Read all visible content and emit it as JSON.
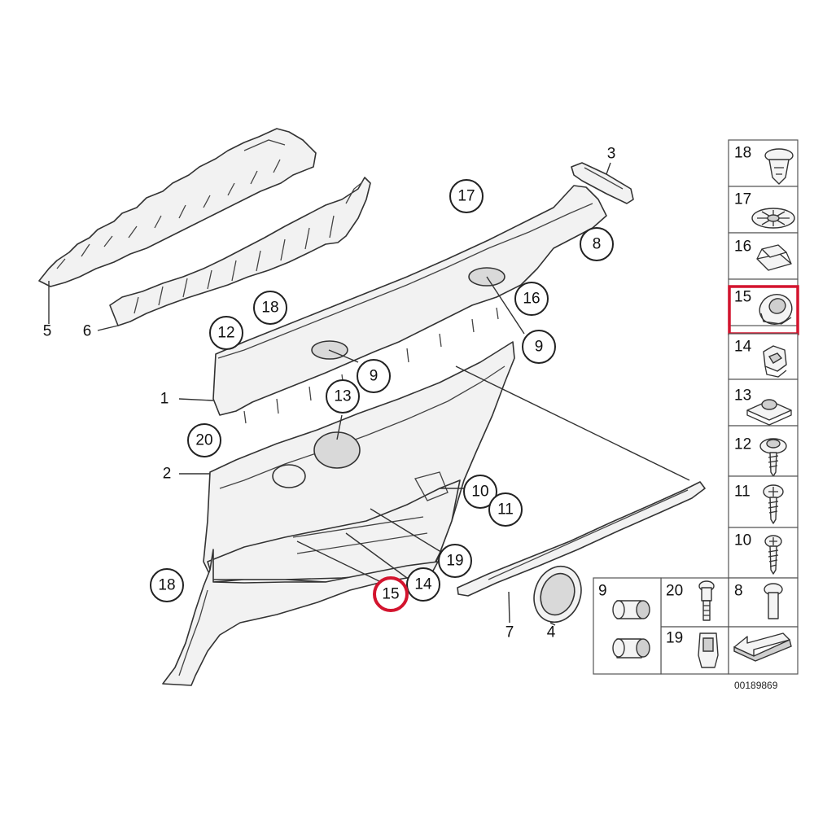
{
  "highlight_color": "#d3142e",
  "callouts": {
    "c17": "17",
    "c8": "8",
    "c18a": "18",
    "c16": "16",
    "c12": "12",
    "c9a": "9",
    "c9b": "9",
    "c13": "13",
    "c20": "20",
    "c10": "10",
    "c11": "11",
    "c19": "19",
    "c18b": "18",
    "c15": "15",
    "c14": "14"
  },
  "labels": {
    "l3": "3",
    "l5": "5",
    "l6": "6",
    "l1": "1",
    "l2": "2",
    "l7": "7",
    "l4": "4"
  },
  "legend": {
    "cells": {
      "p18": "18",
      "p17": "17",
      "p16": "16",
      "p15": "15",
      "p14": "14",
      "p13": "13",
      "p12": "12",
      "p11": "11",
      "p10": "10",
      "p9": "9",
      "p20": "20",
      "p8": "8",
      "p19": "19"
    }
  },
  "reference_number": "00189869"
}
